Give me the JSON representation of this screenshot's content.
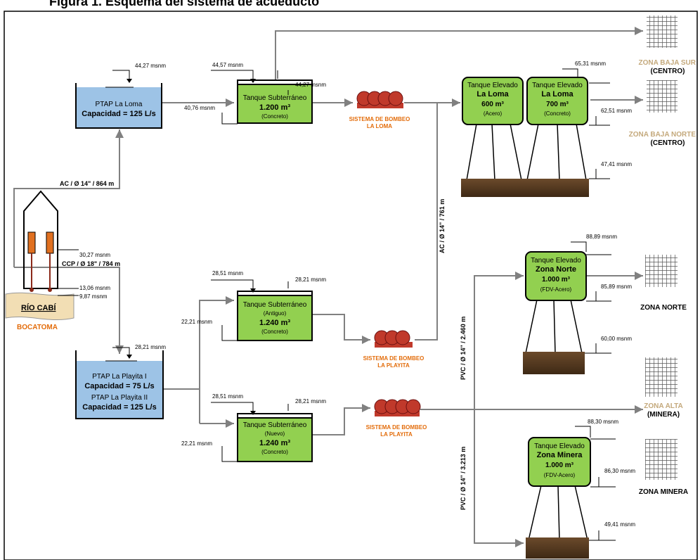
{
  "title": "Figura 1. Esquema del sistema de acueducto",
  "colors": {
    "ptap": "#9dc3e6",
    "tank": "#92d050",
    "pump": "#c0392b",
    "orange": "#e36c0a",
    "zone_tan": "#c4a97c",
    "soil": "#5a3d22",
    "pipe": "#808080"
  },
  "bocatoma": {
    "river": "RÍO CABÍ",
    "label": "BOCATOMA"
  },
  "pipes": {
    "ac_loma": "AC / Ø 14\" / 864 m",
    "ccp_playita": "CCP / Ø 18\" / 784 m",
    "ac_vertical": "AC / Ø 14\" / 761 m",
    "pvc_norte": "PVC / Ø 14\" / 2.460 m",
    "pvc_minera": "PVC / Ø 14\" / 3.213 m"
  },
  "ptap_loma": {
    "name": "PTAP La Loma",
    "cap": "Capacidad = 125 L/s"
  },
  "ptap_playita": {
    "name1": "PTAP La Playita I",
    "cap1": "Capacidad = 75 L/s",
    "name2": "PTAP La Playita II",
    "cap2": "Capacidad = 125 L/s"
  },
  "tank_sub_loma": {
    "name": "Tanque Subterráneo",
    "vol": "1.200 m³",
    "mat": "(Concreto)"
  },
  "tank_sub_antiguo": {
    "name": "Tanque Subterráneo",
    "sub": "(Antiguo)",
    "vol": "1.240 m³",
    "mat": "(Concreto)"
  },
  "tank_sub_nuevo": {
    "name": "Tanque Subterráneo",
    "sub": "(Nuevo)",
    "vol": "1.240 m³",
    "mat": "(Concreto)"
  },
  "tank_el_loma_600": {
    "name": "Tanque Elevado",
    "place": "La Loma",
    "vol": "600 m³",
    "mat": "(Acero)"
  },
  "tank_el_loma_700": {
    "name": "Tanque Elevado",
    "place": "La Loma",
    "vol": "700 m³",
    "mat": "(Concreto)"
  },
  "tank_el_norte": {
    "name": "Tanque Elevado",
    "place": "Zona Norte",
    "vol": "1.000 m³",
    "mat": "(FDV-Acero)"
  },
  "tank_el_minera": {
    "name": "Tanque Elevado",
    "place": "Zona Minera",
    "vol": "1.000 m³",
    "mat": "(FDV-Acero)"
  },
  "pump_loma": {
    "l1": "SISTEMA DE BOMBEO",
    "l2": "LA LOMA"
  },
  "pump_playita1": {
    "l1": "SISTEMA DE BOMBEO",
    "l2": "LA PLAYITA"
  },
  "pump_playita2": {
    "l1": "SISTEMA DE BOMBEO",
    "l2": "LA PLAYITA"
  },
  "zones": {
    "baja_sur": "ZONA BAJA  SUR",
    "baja_sur_sub": "(CENTRO)",
    "baja_norte": "ZONA BAJA NORTE",
    "baja_norte_sub": "(CENTRO)",
    "norte": "ZONA NORTE",
    "alta": "ZONA ALTA",
    "alta_sub": "(MINERA)",
    "minera": "ZONA MINERA"
  },
  "elev": {
    "e1": "44,27 msnm",
    "e2": "44,57 msnm",
    "e3": "44,27 msnm",
    "e4": "40,76 msnm",
    "e5": "65,31 msnm",
    "e6": "62,51 msnm",
    "e7": "47,41 msnm",
    "e8": "30,27 msnm",
    "e9": "13,06 msnm",
    "e10": "9,87 msnm",
    "e11": "28,51 msnm",
    "e12": "28,21 msnm",
    "e13": "22,21 msnm",
    "e14": "28,21 msnm",
    "e15": "28,51 msnm",
    "e16": "28,21 msnm",
    "e17": "22,21 msnm",
    "e18": "88,89 msnm",
    "e19": "85,89 msnm",
    "e20": "60,00 msnm",
    "e21": "88,30 msnm",
    "e22": "86,30 msnm",
    "e23": "49,41 msnm"
  }
}
